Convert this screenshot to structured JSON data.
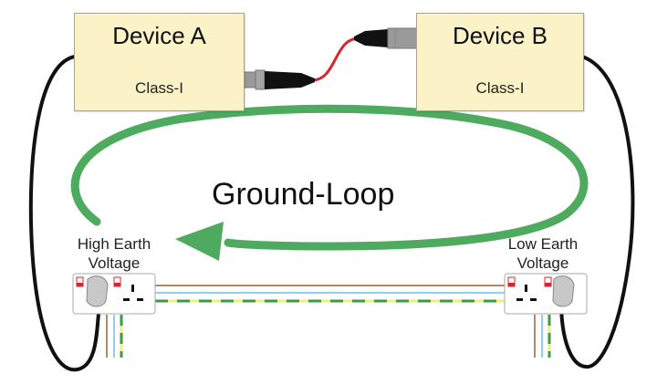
{
  "devices": [
    {
      "name": "Device A",
      "class": "Class-I"
    },
    {
      "name": "Device B",
      "class": "Class-I"
    }
  ],
  "loop_label": "Ground-Loop",
  "sockets": [
    {
      "line1": "High Earth",
      "line2": "Voltage"
    },
    {
      "line1": "Low Earth",
      "line2": "Voltage"
    }
  ],
  "colors": {
    "device_fill": "#fbf3c7",
    "loop_arrow": "#4daa5e",
    "signal_cable": "#d8262c",
    "power_cable": "#111111",
    "wire_live": "#b08a6a",
    "wire_neutral": "#8fd0ea",
    "wire_earth_green": "#3d9a46",
    "wire_earth_yellow": "#f2ee7a",
    "socket_switch": "#d8262c",
    "plug": "#c8c8c8"
  },
  "icons": [
    "xlr-female-connector-icon",
    "xlr-male-connector-icon",
    "uk-plug-icon",
    "uk-socket-icon",
    "ground-loop-arrow-icon"
  ]
}
